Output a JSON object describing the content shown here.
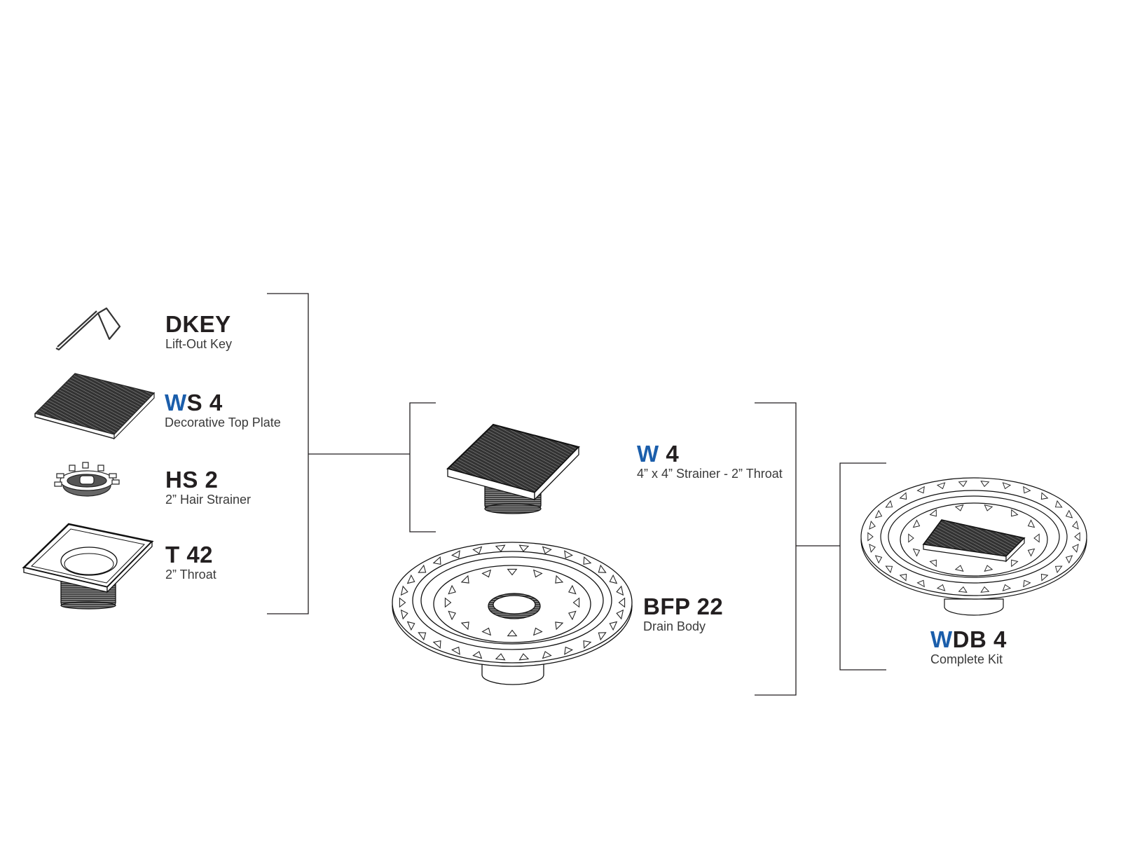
{
  "colors": {
    "accent": "#1b5eab",
    "text": "#231f20",
    "line": "#231f20"
  },
  "components": [
    {
      "id": "dkey",
      "code_hl": "",
      "code_rest": "DKEY",
      "desc": "Lift-Out Key",
      "icon": "lift-out-key"
    },
    {
      "id": "ws4",
      "code_hl": "W",
      "code_rest": "S 4",
      "desc": "Decorative Top Plate",
      "icon": "top-plate"
    },
    {
      "id": "hs2",
      "code_hl": "",
      "code_rest": "HS 2",
      "desc": "2” Hair Strainer",
      "icon": "hair-strainer"
    },
    {
      "id": "t42",
      "code_hl": "",
      "code_rest": "T 42",
      "desc": "2” Throat",
      "icon": "throat"
    }
  ],
  "assemblies": {
    "w4": {
      "code_hl": "W",
      "code_rest": " 4",
      "desc": "4” x 4” Strainer - 2” Throat"
    },
    "bfp22": {
      "code_hl": "",
      "code_rest": "BFP 22",
      "desc": "Drain Body"
    },
    "wdb4": {
      "code_hl": "W",
      "code_rest": "DB 4",
      "desc": "Complete Kit"
    }
  }
}
